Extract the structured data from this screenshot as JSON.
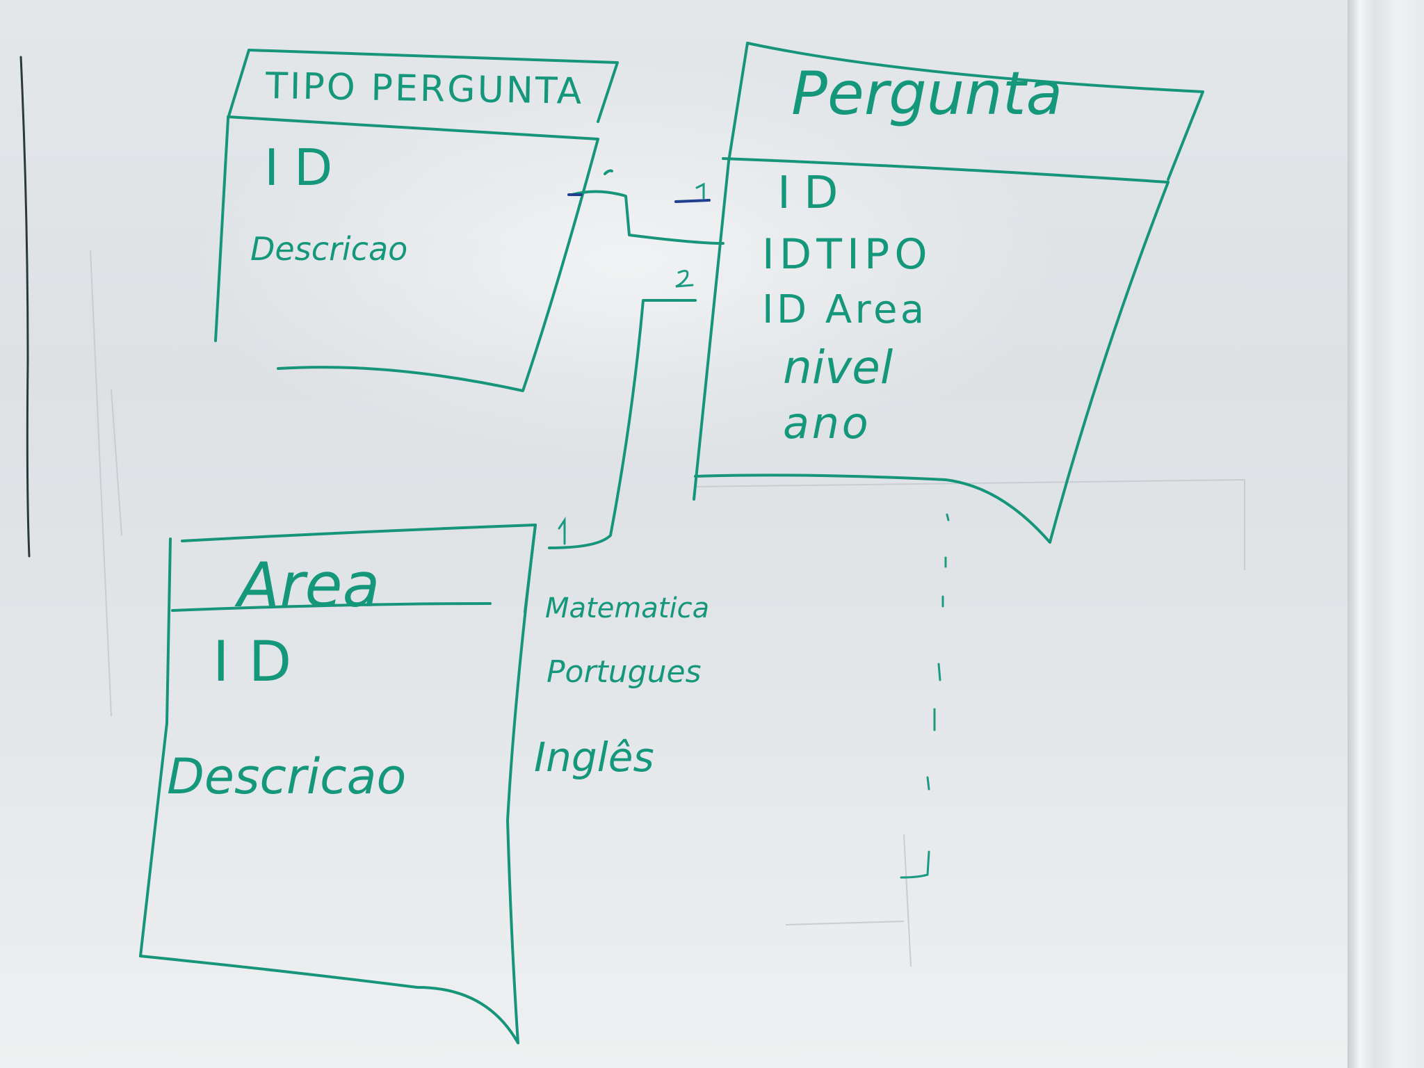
{
  "colors": {
    "ink": "#16957a",
    "board": "#e2e5e8",
    "blue_marker": "#1f3f8f"
  },
  "entities": [
    {
      "name": "TIPO PERGUNTA",
      "fields": [
        "ID",
        "Descricao"
      ]
    },
    {
      "name": "Pergunta",
      "fields": [
        "ID",
        "IDTIPO",
        "ID Area",
        "nivel",
        "ano"
      ]
    },
    {
      "name": "Area",
      "fields": [
        "ID",
        "Descricao"
      ]
    }
  ],
  "relationships": [
    {
      "from": "TIPO PERGUNTA",
      "to": "Pergunta",
      "from_card": "n",
      "to_card": "1"
    },
    {
      "from": "Area",
      "to": "Pergunta",
      "from_card": "1",
      "to_card": "2"
    }
  ],
  "area_examples": [
    "Matematica",
    "Portugues",
    "Inglês"
  ]
}
